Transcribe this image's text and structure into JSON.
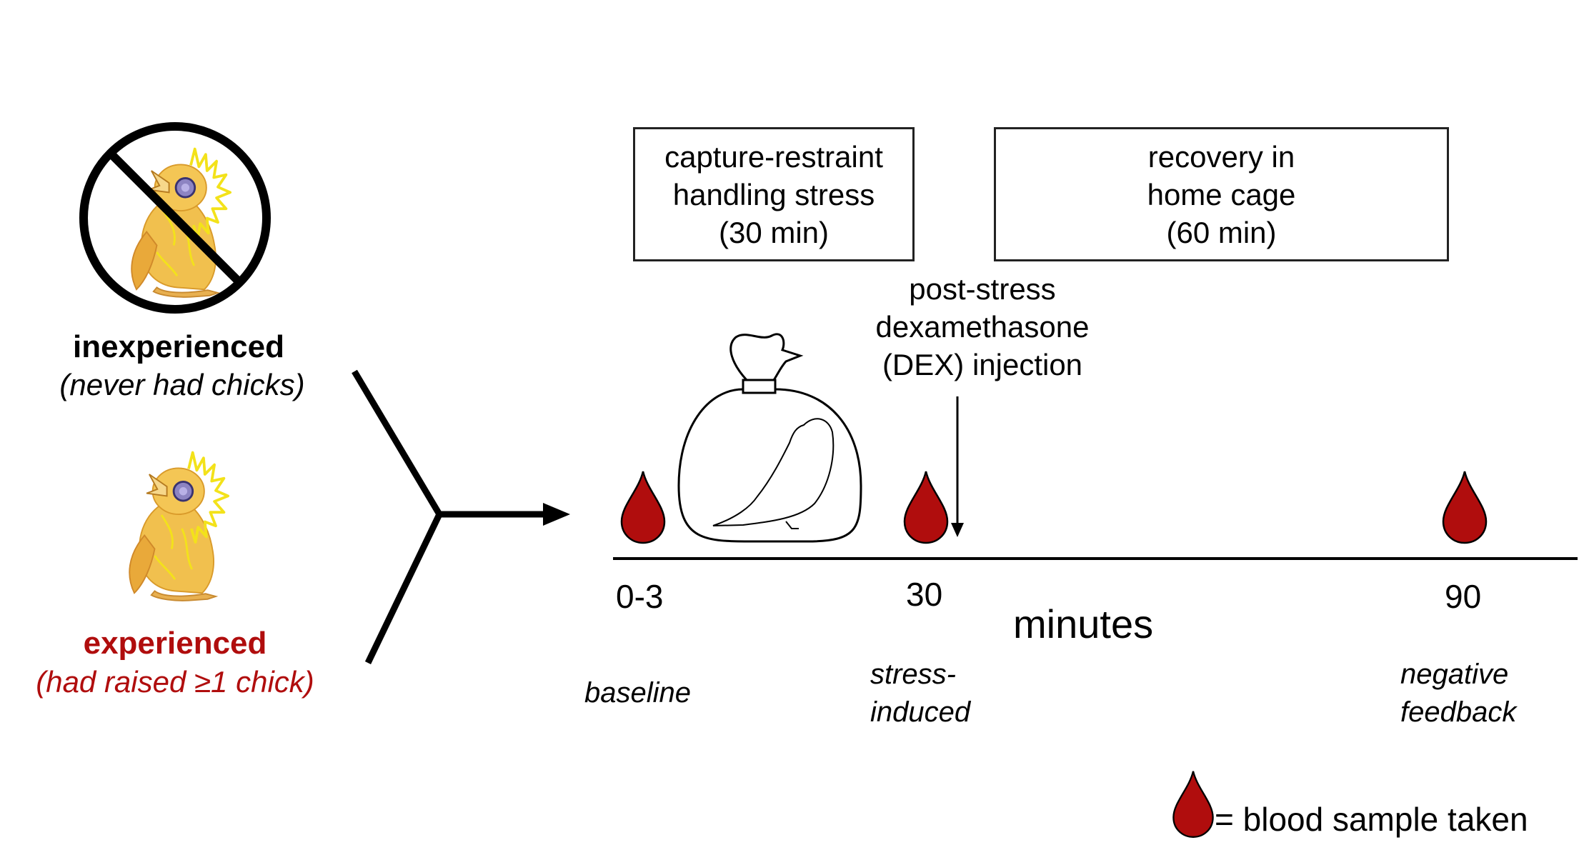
{
  "groups": {
    "inexperienced": {
      "label": "inexperienced",
      "sublabel": "(never had chicks)"
    },
    "experienced": {
      "label": "experienced",
      "sublabel": "(had raised ≥1 chick)"
    }
  },
  "boxes": {
    "stress": [
      "capture-restraint",
      "handling stress",
      "(30 min)"
    ],
    "recovery": [
      "recovery in",
      "home cage",
      "(60 min)"
    ]
  },
  "injection": [
    "post-stress",
    "dexamethasone",
    "(DEX) injection"
  ],
  "timeline": {
    "unit_label": "minutes",
    "points": [
      {
        "time": "0-3",
        "phase": [
          "baseline"
        ]
      },
      {
        "time": "30",
        "phase": [
          "stress-",
          "induced"
        ]
      },
      {
        "time": "90",
        "phase": [
          "negative",
          "feedback"
        ]
      }
    ]
  },
  "legend": {
    "text": "= blood sample taken"
  },
  "colors": {
    "blood": "#b00d0d",
    "experienced_text": "#b00d0d",
    "chick": "#f1c04e",
    "chick_fluff": "#f3e21a"
  },
  "icons": [
    "no-symbol-icon",
    "chick-icon",
    "bag-icon",
    "pigeon-icon",
    "blood-drop-icon",
    "arrow-icon"
  ]
}
